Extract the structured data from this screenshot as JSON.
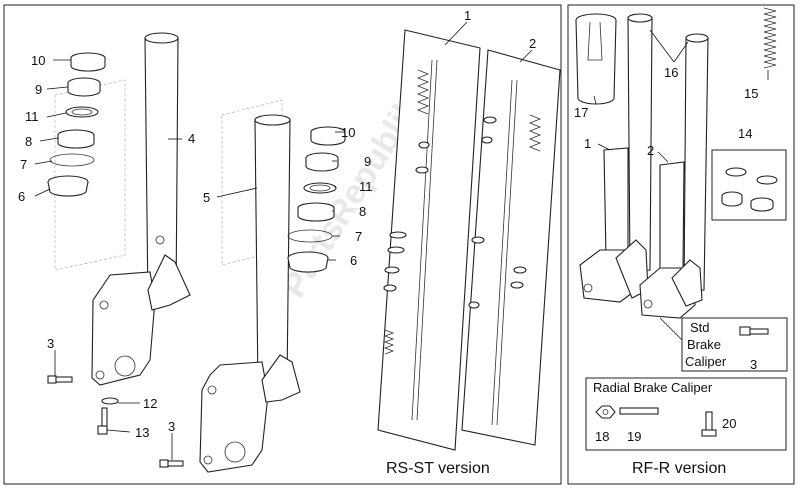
{
  "watermark": "PartsRepublik",
  "panels": {
    "rs_st": {
      "caption": "RS-ST version"
    },
    "rf_r": {
      "caption": "RF-R version",
      "std_brake_caliper": [
        "Std",
        "Brake",
        "Caliper"
      ],
      "radial_brake_caliper": "Radial Brake Caliper"
    }
  },
  "callouts": {
    "c10a": "10",
    "c9a": "9",
    "c11a": "11",
    "c8a": "8",
    "c7a": "7",
    "c6a": "6",
    "c4": "4",
    "c3a": "3",
    "c12": "12",
    "c13": "13",
    "c3b": "3",
    "c5": "5",
    "c10b": "10",
    "c9b": "9",
    "c11b": "11",
    "c8b": "8",
    "c7b": "7",
    "c6b": "6",
    "c1a": "1",
    "c2a": "2",
    "c17": "17",
    "c16": "16",
    "c15": "15",
    "c1b": "1",
    "c2b": "2",
    "c14": "14",
    "c3c": "3",
    "c18": "18",
    "c19": "19",
    "c20": "20"
  }
}
